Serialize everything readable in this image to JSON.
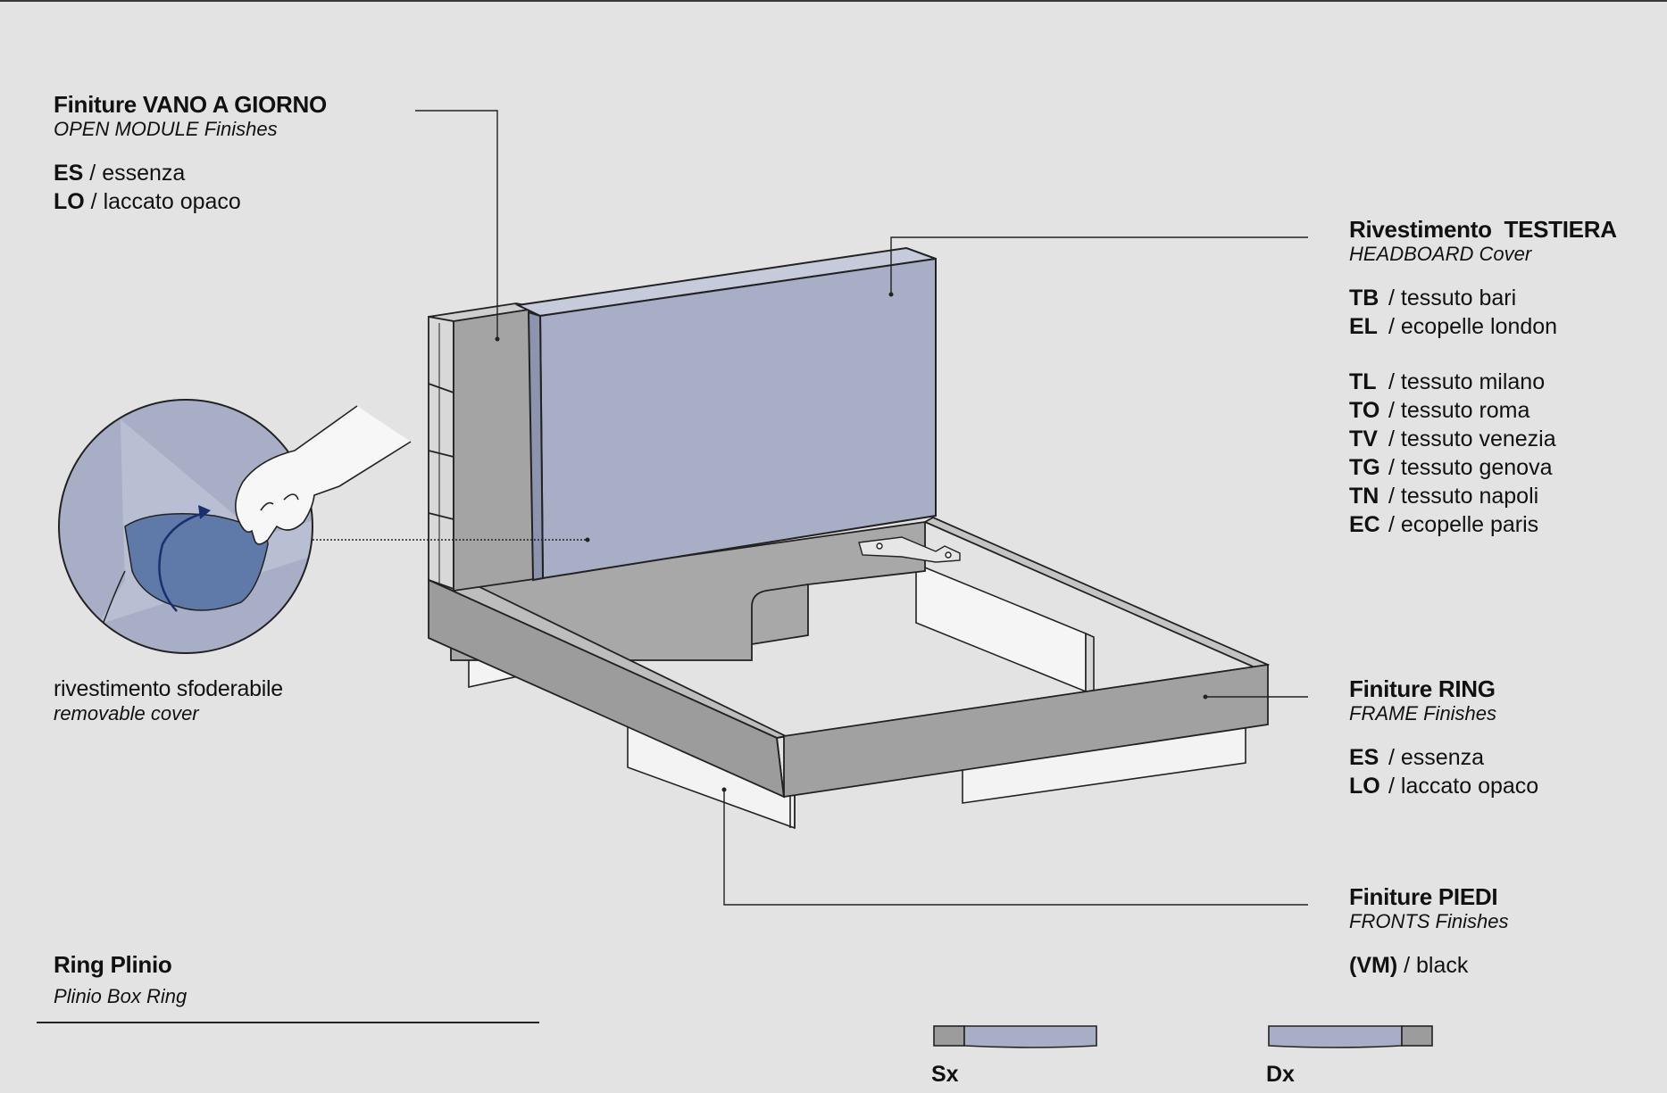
{
  "open_module": {
    "title": "Finiture VANO A GIORNO",
    "subtitle": "OPEN MODULE Finishes",
    "options": [
      {
        "code": "ES",
        "name": "essenza"
      },
      {
        "code": "LO",
        "name": "laccato opaco"
      }
    ]
  },
  "headboard": {
    "title": "Rivestimento  TESTIERA",
    "subtitle": "HEADBOARD Cover",
    "options_group1": [
      {
        "code": "TB",
        "name": "tessuto bari"
      },
      {
        "code": "EL",
        "name": "ecopelle london"
      }
    ],
    "options_group2": [
      {
        "code": "TL",
        "name": "tessuto milano"
      },
      {
        "code": "TO",
        "name": "tessuto roma"
      },
      {
        "code": "TV",
        "name": "tessuto venezia"
      },
      {
        "code": "TG",
        "name": "tessuto genova"
      },
      {
        "code": "TN",
        "name": "tessuto napoli"
      },
      {
        "code": "EC",
        "name": "ecopelle paris"
      }
    ]
  },
  "removable_cover": {
    "title": "rivestimento sfoderabile",
    "subtitle": "removable cover"
  },
  "frame": {
    "title": "Finiture RING",
    "subtitle": "FRAME Finishes",
    "options": [
      {
        "code": "ES",
        "name": "essenza"
      },
      {
        "code": "LO",
        "name": "laccato opaco"
      }
    ]
  },
  "feet": {
    "title": "Finiture PIEDI",
    "subtitle": "FRONTS Finishes",
    "options": [
      {
        "code": "(VM)",
        "name": "black"
      }
    ]
  },
  "product": {
    "name": "Ring Plinio",
    "subtitle": "Plinio Box Ring"
  },
  "variants": {
    "left_label": "Sx",
    "right_label": "Dx"
  },
  "colors": {
    "background": "#e3e3e3",
    "headboard": "#a7aec6",
    "frame": "#9a9a9a",
    "frame_light": "#b4b4b4",
    "feet": "#f3f3f3",
    "cover": "#5f7aa8"
  }
}
